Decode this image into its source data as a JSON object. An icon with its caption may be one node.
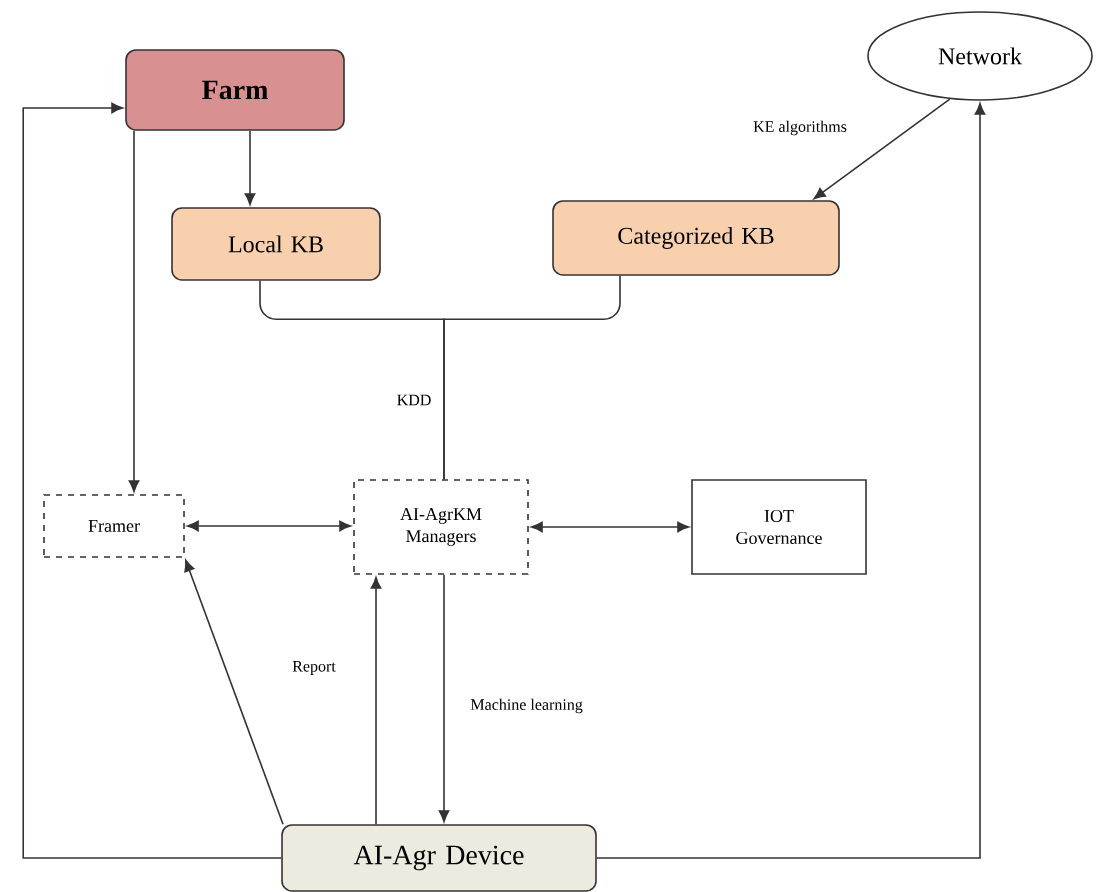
{
  "diagram": {
    "nodes": [
      {
        "text": [
          "Farm"
        ]
      },
      {
        "text": [
          "Network"
        ]
      },
      {
        "text": [
          "Local KB"
        ]
      },
      {
        "text": [
          "Categorized KB"
        ]
      },
      {
        "text": [
          "Framer"
        ]
      },
      {
        "text": [
          "AI-AgrKM Managers"
        ]
      },
      {
        "text": [
          "IOT Governance"
        ]
      },
      {
        "text": [
          "AI-Agr Device"
        ]
      }
    ],
    "edges": [
      {
        "from": 0,
        "to": 2,
        "arrow": "to"
      },
      {
        "from": 1,
        "to": 3,
        "arrow": "to",
        "label": "KE algorithms"
      },
      {
        "from": 2,
        "to": 5,
        "arrow": "none",
        "label": "KDD"
      },
      {
        "from": 3,
        "to": 5,
        "arrow": "none"
      },
      {
        "from": 0,
        "to": 4,
        "arrow": "to"
      },
      {
        "from": 4,
        "to": 5,
        "arrow": "both"
      },
      {
        "from": 5,
        "to": 6,
        "arrow": "both"
      },
      {
        "from": 7,
        "to": 4,
        "arrow": "to"
      },
      {
        "from": 7,
        "to": 5,
        "arrow": "to",
        "label": "Report"
      },
      {
        "from": 5,
        "to": 7,
        "arrow": "to",
        "label": "Machine learning"
      },
      {
        "from": 7,
        "to": 0,
        "arrow": "to"
      },
      {
        "from": 7,
        "to": 1,
        "arrow": "to"
      }
    ]
  }
}
